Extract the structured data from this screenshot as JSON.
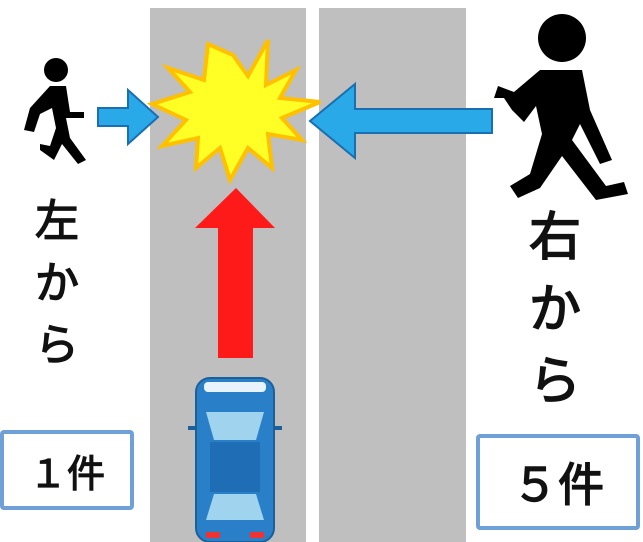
{
  "left": {
    "direction_chars": [
      "左",
      "か",
      "ら"
    ],
    "count": "１件"
  },
  "right": {
    "direction_chars": [
      "右",
      "か",
      "ら"
    ],
    "count": "５件"
  },
  "colors": {
    "road": "#bfbfbf",
    "arrow_blue": "#29a9e8",
    "arrow_red": "#ff1a1a",
    "burst_fill": "#ffff26",
    "burst_outline": "#ffc000",
    "box_border": "#6fa0d8",
    "car_body": "#2a7fc9",
    "figure": "#000000"
  },
  "icons": [
    "pedestrian-icon",
    "collision-burst-icon",
    "car-icon"
  ]
}
